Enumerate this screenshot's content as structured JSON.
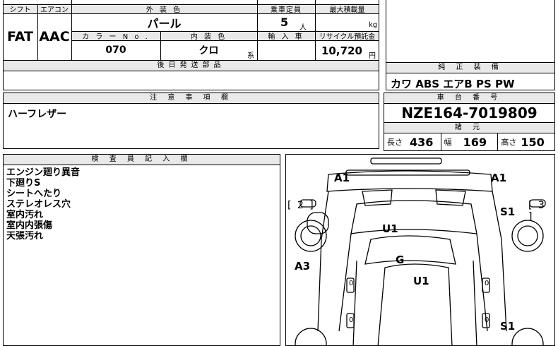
{
  "top": {
    "shift_label": "シフト",
    "aircon_label": "エアコン",
    "exterior_color_label": "外 装 色",
    "capacity_label": "乗車定員",
    "max_load_label": "最大積載量",
    "shift_value": "FAT",
    "aircon_value": "AAC",
    "exterior_color_value": "パール",
    "capacity_value": "5",
    "capacity_unit": "人",
    "max_load_unit": "kg",
    "color_no_label": "カ ラ ー N o .",
    "interior_color_label": "内 装 色",
    "import_label": "輸 入 車",
    "recycle_label": "リサイクル預託金",
    "color_no_value": "070",
    "interior_color_value": "クロ",
    "interior_suffix": "系",
    "recycle_value": "10,720",
    "recycle_unit": "円",
    "later_parts_label": "後日発送部品"
  },
  "equipment": {
    "label": "純 正 装 備",
    "value": "カワ ABS エアB PS PW"
  },
  "notes": {
    "label": "注 意 事 項 欄",
    "value": "ハーフレザー"
  },
  "chassis": {
    "label": "車 台 番 号",
    "value": "NZE164-7019809",
    "specs_label": "諸 元",
    "length_label": "長さ",
    "length_value": "436",
    "width_label": "幅",
    "width_value": "169",
    "height_label": "高さ",
    "height_value": "150"
  },
  "inspector": {
    "label": "検 査 員 記 入 欄",
    "lines": [
      "エンジン廻り異音",
      "下廻りS",
      "シートへたり",
      "ステレオレス穴",
      "室内汚れ",
      "室内内張傷",
      "天張汚れ"
    ]
  },
  "diagram": {
    "left_bracket": "[ 2 ]",
    "right_bracket": "[ 3 ]",
    "marks": {
      "a1_left": "A1",
      "a1_right": "A1",
      "s1_upper": "S1",
      "u1_upper": "U1",
      "g": "G",
      "a3": "A3",
      "u1_lower": "U1",
      "s1_lower": "S1",
      "zero1": "0",
      "zero2": "0",
      "zero3": "0",
      "zero4": "0"
    }
  }
}
